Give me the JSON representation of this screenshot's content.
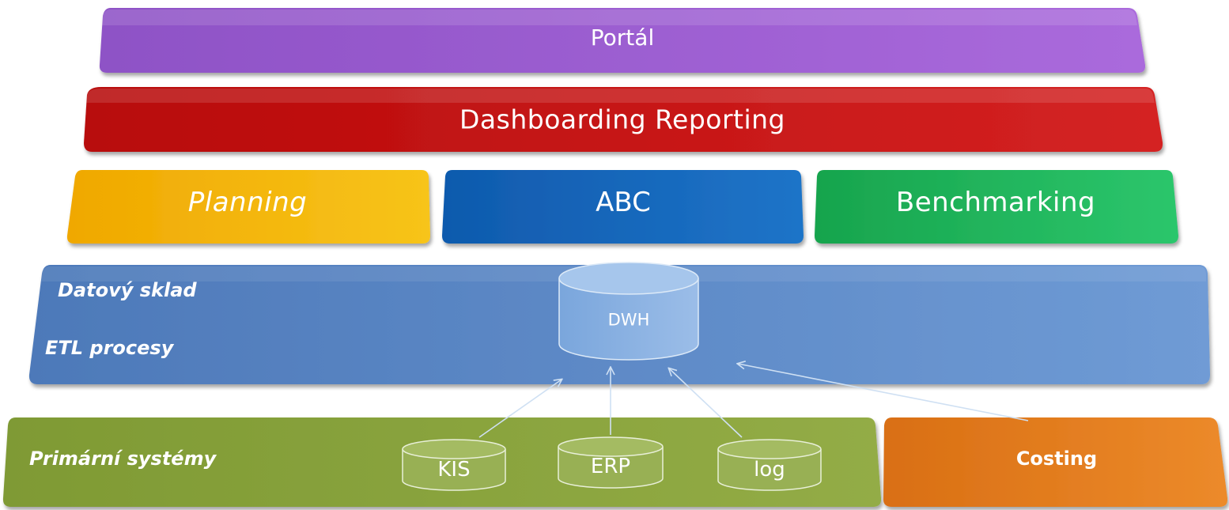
{
  "layers": {
    "portal": {
      "label": "Portál",
      "color": "#9b58cc"
    },
    "dashboarding": {
      "label": "Dashboarding Reporting",
      "color": "#c40f10"
    },
    "planning": {
      "label": "Planning",
      "color": "#f2b500"
    },
    "abc": {
      "label": "ABC",
      "color": "#1464b9"
    },
    "benchmarking": {
      "label": "Benchmarking",
      "color": "#1fb65a"
    },
    "data_warehouse": {
      "label": "Datový sklad",
      "etl_label": "ETL procesy",
      "color": "#5b8bca"
    },
    "primary_systems": {
      "label": "Primární systémy",
      "color": "#87a03b"
    },
    "costing": {
      "label": "Costing",
      "color": "#e07a1e"
    }
  },
  "databases": {
    "dwh": "DWH",
    "kis": "KIS",
    "erp": "ERP",
    "log": "log"
  }
}
